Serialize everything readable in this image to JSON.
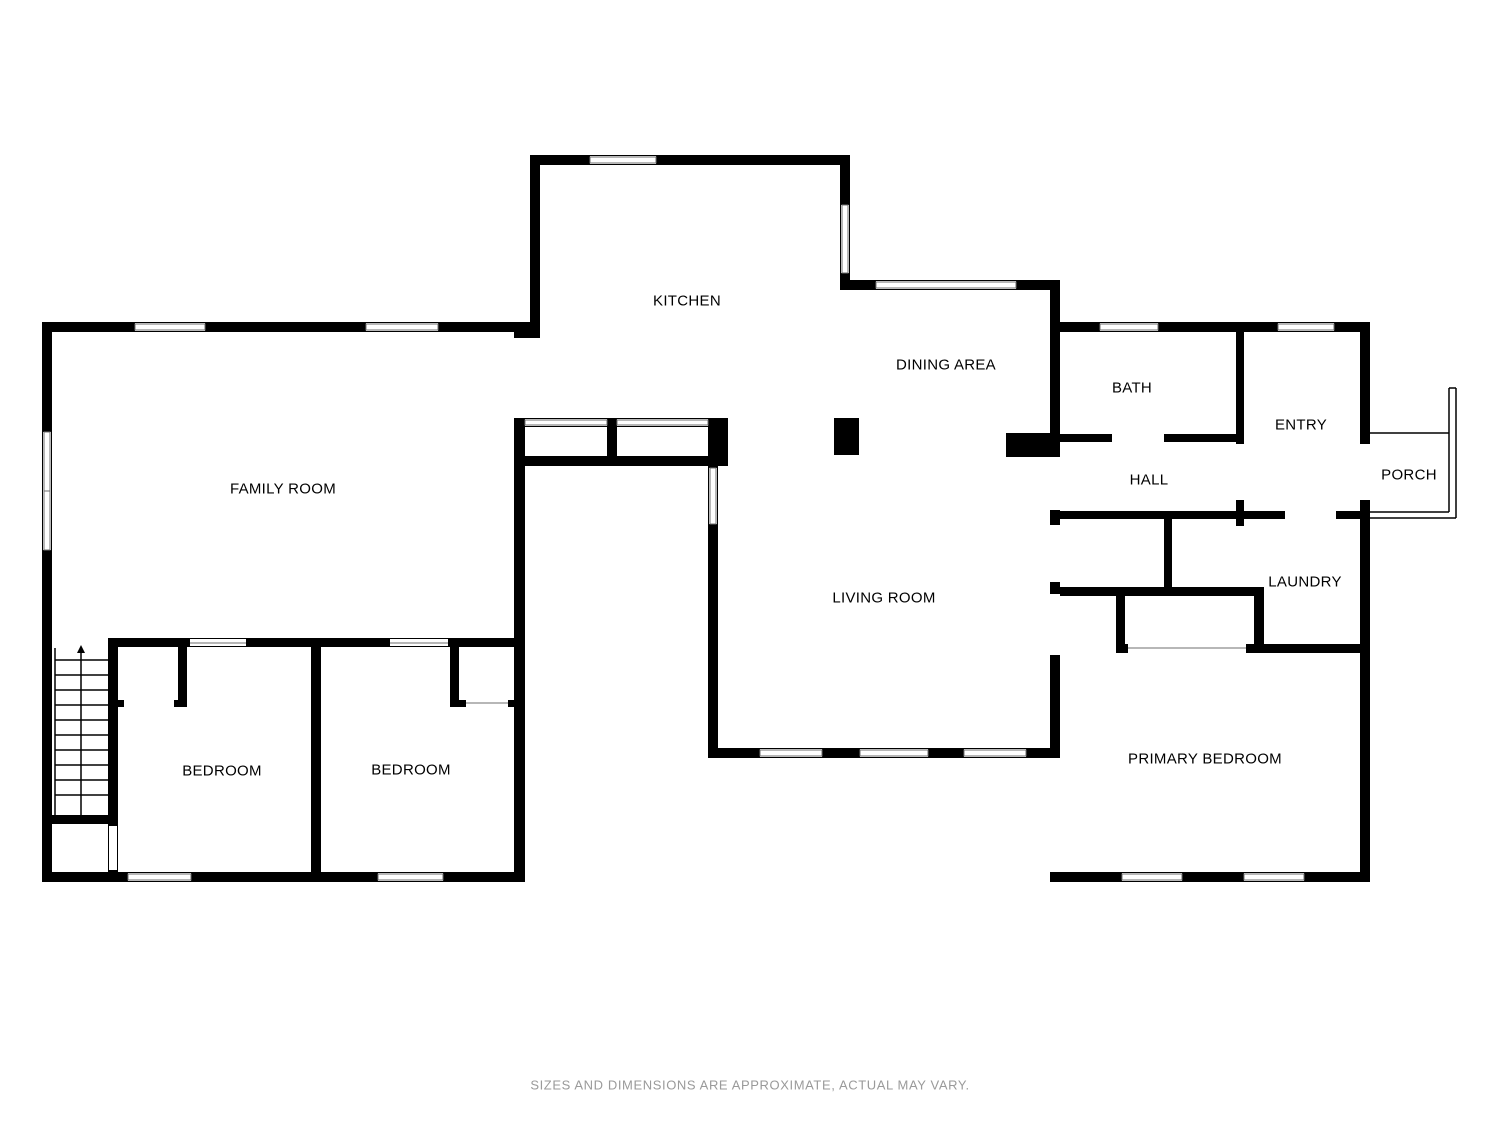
{
  "rooms": {
    "kitchen": "KITCHEN",
    "dining_area": "DINING AREA",
    "family_room": "FAMILY ROOM",
    "living_room": "LIVING ROOM",
    "bath": "BATH",
    "entry": "ENTRY",
    "hall": "HALL",
    "porch": "PORCH",
    "laundry": "LAUNDRY",
    "bedroom_1": "BEDROOM",
    "bedroom_2": "BEDROOM",
    "primary_bedroom": "PRIMARY BEDROOM"
  },
  "disclaimer": "SIZES AND DIMENSIONS ARE APPROXIMATE, ACTUAL MAY VARY.",
  "colors": {
    "wall": "#000000",
    "window": "#6f6f6f",
    "disclaimer": "#9a9a9a",
    "background": "#ffffff"
  }
}
